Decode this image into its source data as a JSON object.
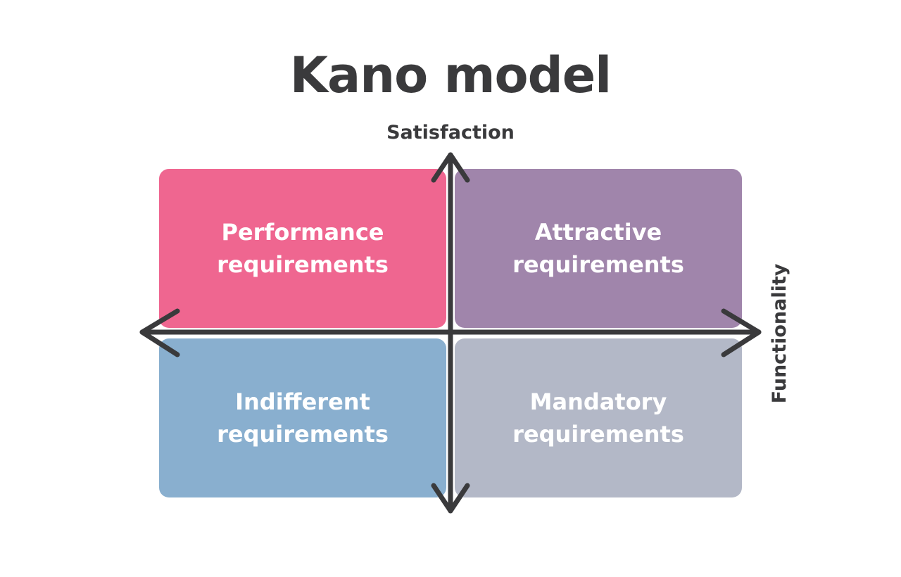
{
  "title": "Kano model",
  "axes": {
    "y_label": "Satisfaction",
    "x_label": "Functionality"
  },
  "quadrants": {
    "top_left": {
      "label": "Performance\nrequirements",
      "color": "#ef6690"
    },
    "top_right": {
      "label": "Attractive\nrequirements",
      "color": "#a085ab"
    },
    "bottom_left": {
      "label": "Indifferent\nrequirements",
      "color": "#89afcf"
    },
    "bottom_right": {
      "label": "Mandatory\nrequirements",
      "color": "#b3b8c7"
    }
  },
  "colors": {
    "text": "#3a3a3c",
    "axis": "#3a3a3c",
    "background": "#ffffff"
  }
}
